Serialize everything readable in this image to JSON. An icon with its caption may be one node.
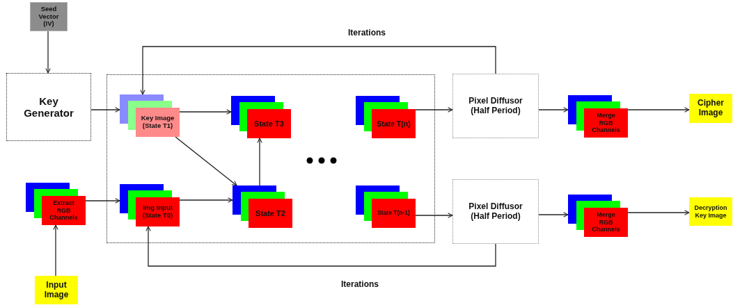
{
  "diagram": {
    "nodes": [
      {
        "text": [
          "Seed Vector (IV)"
        ]
      },
      {
        "text": [
          "Key Generator"
        ]
      },
      {
        "text": [],
        "shape": "box"
      },
      {
        "text": [
          "Key Image (State T1)"
        ],
        "in": 2
      },
      {
        "text": [
          "State T3"
        ],
        "in": 2
      },
      {
        "text": [
          "State T(n)"
        ],
        "in": 2
      },
      {
        "text": [
          "Pixel Diffusor (Half Period)"
        ]
      },
      {
        "text": [
          "Merge RGB Channels"
        ]
      },
      {
        "text": [
          "Cipher Image"
        ]
      },
      {
        "text": [
          "Extract RGB Channels"
        ]
      },
      {
        "text": [
          "Img Input (State T0)"
        ],
        "in": 2
      },
      {
        "text": [
          "State T2"
        ],
        "in": 2
      },
      {
        "text": [
          "State T(n-1)"
        ],
        "in": 2
      },
      {
        "text": [
          "Pixel Diffusor (Half Period)"
        ]
      },
      {
        "text": [
          "Merge RGB Channels"
        ]
      },
      {
        "text": [
          "Decryption Key Image"
        ]
      },
      {
        "text": [
          "Input Image"
        ]
      }
    ],
    "edges": [
      {
        "from": 0,
        "to": 1,
        "arrow": "to"
      },
      {
        "from": 1,
        "to": 3,
        "arrow": "to"
      },
      {
        "from": 16,
        "to": 9,
        "arrow": "to"
      },
      {
        "from": 9,
        "to": 10,
        "arrow": "to"
      },
      {
        "from": 3,
        "to": 4,
        "arrow": "to"
      },
      {
        "from": 10,
        "to": 11,
        "arrow": "to"
      },
      {
        "from": 3,
        "to": 11,
        "arrow": "to"
      },
      {
        "from": 11,
        "to": 4,
        "arrow": "to"
      },
      {
        "from": 5,
        "to": 6,
        "arrow": "to"
      },
      {
        "from": 12,
        "to": 13,
        "arrow": "to"
      },
      {
        "from": 6,
        "to": 7,
        "arrow": "to"
      },
      {
        "from": 13,
        "to": 14,
        "arrow": "to"
      },
      {
        "from": 7,
        "to": 8,
        "arrow": "to"
      },
      {
        "from": 14,
        "to": 15,
        "arrow": "to"
      },
      {
        "from": 6,
        "to": 3,
        "arrow": "to",
        "label": "Iterations"
      },
      {
        "from": 13,
        "to": 10,
        "arrow": "to",
        "label": "Iterations"
      }
    ]
  }
}
